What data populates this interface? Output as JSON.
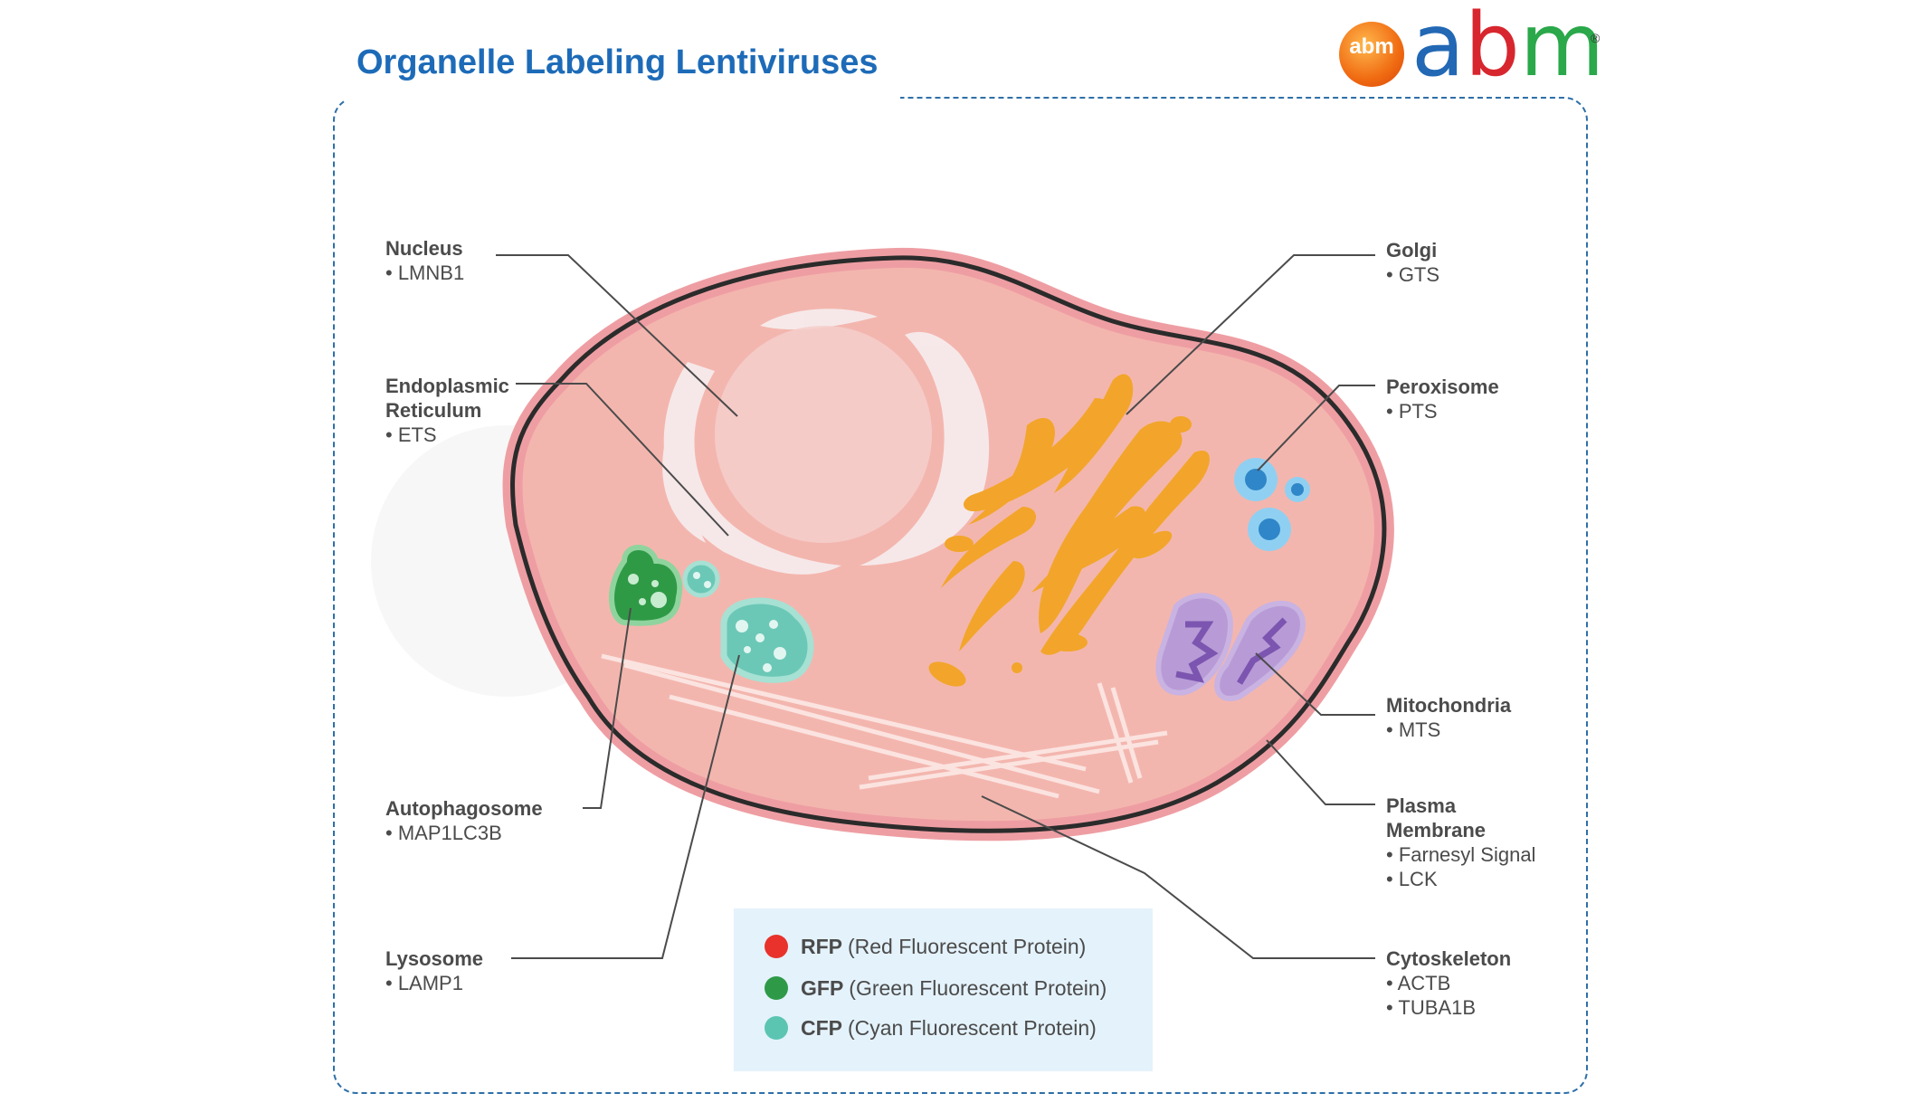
{
  "title": "Organelle Labeling Lentiviruses",
  "brand": {
    "ball_text": "abm",
    "wordmark_a": "a",
    "wordmark_b": "b",
    "wordmark_m": "m",
    "registered": "®",
    "colors": {
      "a": "#2268b4",
      "b": "#d8262e",
      "m": "#2aa84a"
    }
  },
  "labels": {
    "nucleus": {
      "name": "Nucleus",
      "items": [
        "• LMNB1"
      ]
    },
    "er": {
      "name_line1": "Endoplasmic",
      "name_line2": "Reticulum",
      "items": [
        "• ETS"
      ]
    },
    "autophagosome": {
      "name": "Autophagosome",
      "items": [
        "• MAP1LC3B"
      ]
    },
    "lysosome": {
      "name": "Lysosome",
      "items": [
        "• LAMP1"
      ]
    },
    "golgi": {
      "name": "Golgi",
      "items": [
        "• GTS"
      ]
    },
    "peroxisome": {
      "name": "Peroxisome",
      "items": [
        "• PTS"
      ]
    },
    "mitochondria": {
      "name": "Mitochondria",
      "items": [
        "• MTS"
      ]
    },
    "plasma_membrane": {
      "name_line1": "Plasma",
      "name_line2": "Membrane",
      "items": [
        "• Farnesyl Signal",
        "• LCK"
      ]
    },
    "cytoskeleton": {
      "name": "Cytoskeleton",
      "items": [
        "• ACTB",
        "• TUBA1B"
      ]
    }
  },
  "legend": [
    {
      "abbr": "RFP",
      "desc": "(Red Fluorescent Protein)",
      "color": "#e8322b"
    },
    {
      "abbr": "GFP",
      "desc": "(Green Fluorescent Protein)",
      "color": "#2e9a48"
    },
    {
      "abbr": "CFP",
      "desc": "(Cyan Fluorescent Protein)",
      "color": "#5bc5b2"
    }
  ],
  "colors": {
    "cell_fill": "#f3b6ae",
    "cell_rim": "#ee9ea3",
    "golgi": "#f2a52a",
    "mitochondria": "#a98ac9",
    "peroxisome": "#4aa6de",
    "autophagosome": "#35a24d",
    "lysosome": "#6cc8b6",
    "frame": "#2e6fa8"
  }
}
